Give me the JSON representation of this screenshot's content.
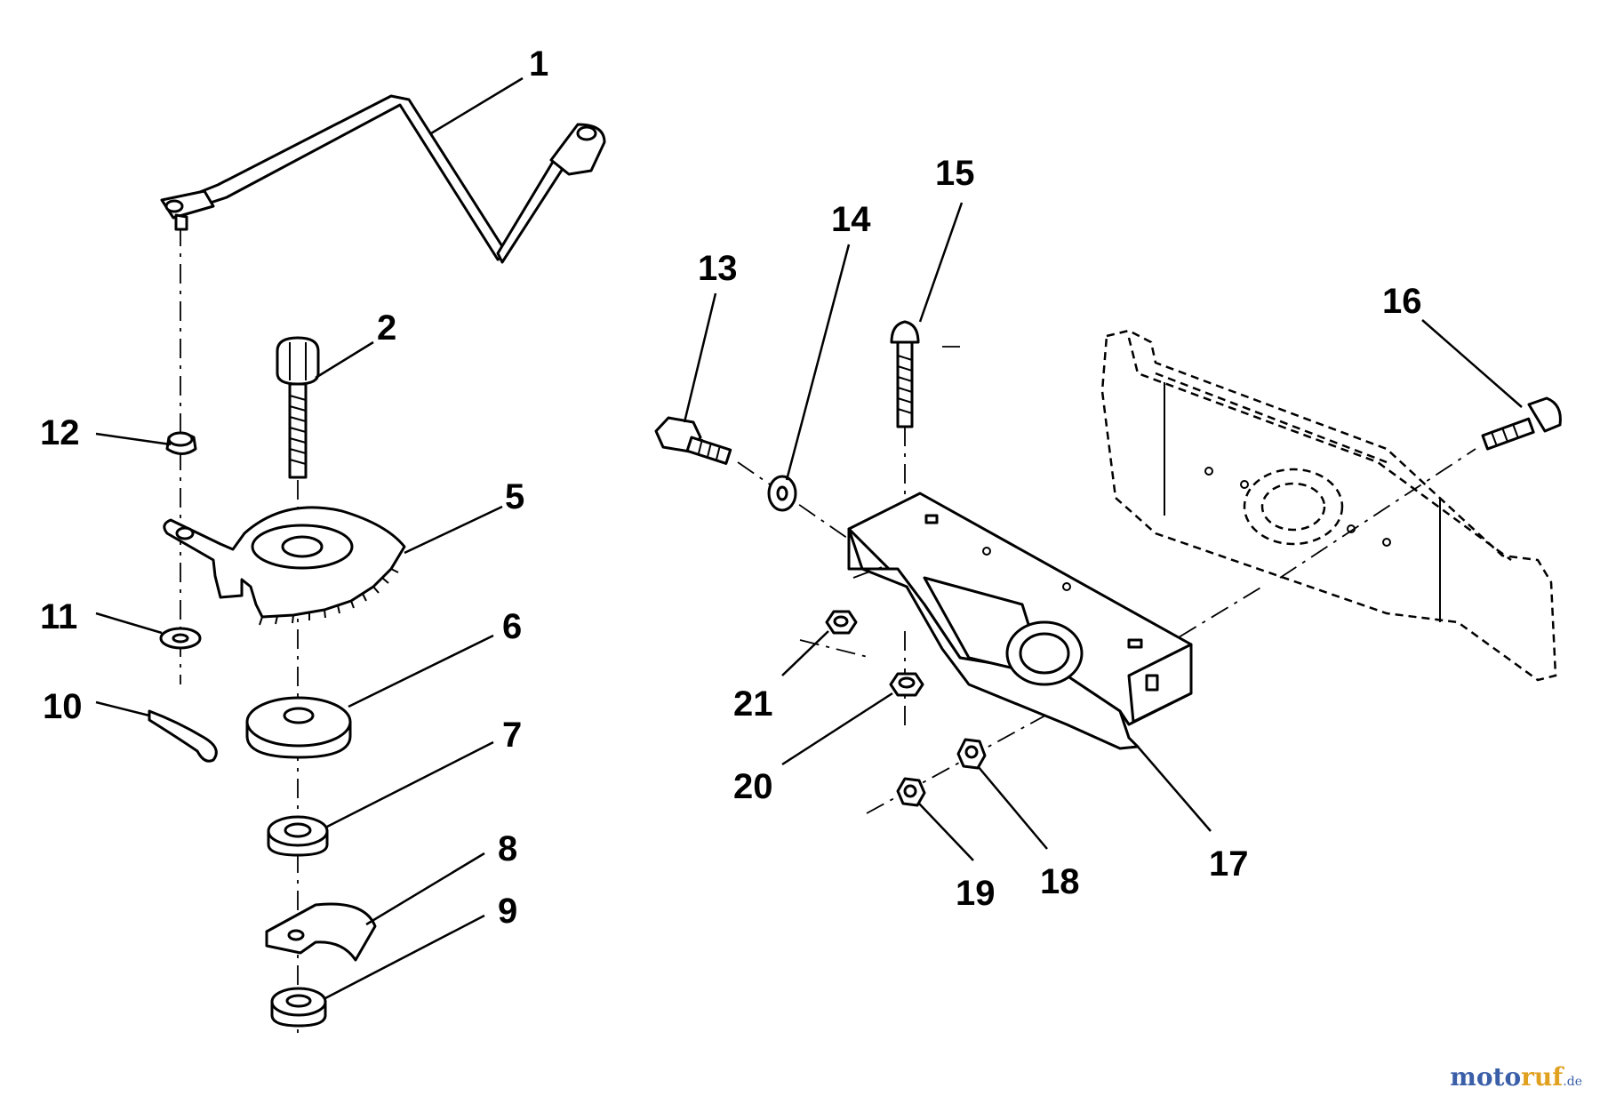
{
  "callouts": [
    {
      "id": "1",
      "label": "1"
    },
    {
      "id": "2",
      "label": "2"
    },
    {
      "id": "5",
      "label": "5"
    },
    {
      "id": "6",
      "label": "6"
    },
    {
      "id": "7",
      "label": "7"
    },
    {
      "id": "8",
      "label": "8"
    },
    {
      "id": "9",
      "label": "9"
    },
    {
      "id": "10",
      "label": "10"
    },
    {
      "id": "11",
      "label": "11"
    },
    {
      "id": "12",
      "label": "12"
    },
    {
      "id": "13",
      "label": "13"
    },
    {
      "id": "14",
      "label": "14"
    },
    {
      "id": "15",
      "label": "15"
    },
    {
      "id": "16",
      "label": "16"
    },
    {
      "id": "17",
      "label": "17"
    },
    {
      "id": "18",
      "label": "18"
    },
    {
      "id": "19",
      "label": "19"
    },
    {
      "id": "20",
      "label": "20"
    },
    {
      "id": "21",
      "label": "21"
    }
  ],
  "watermark": {
    "part_a": "moto",
    "part_b": "ruf",
    "part_c": ".de"
  }
}
